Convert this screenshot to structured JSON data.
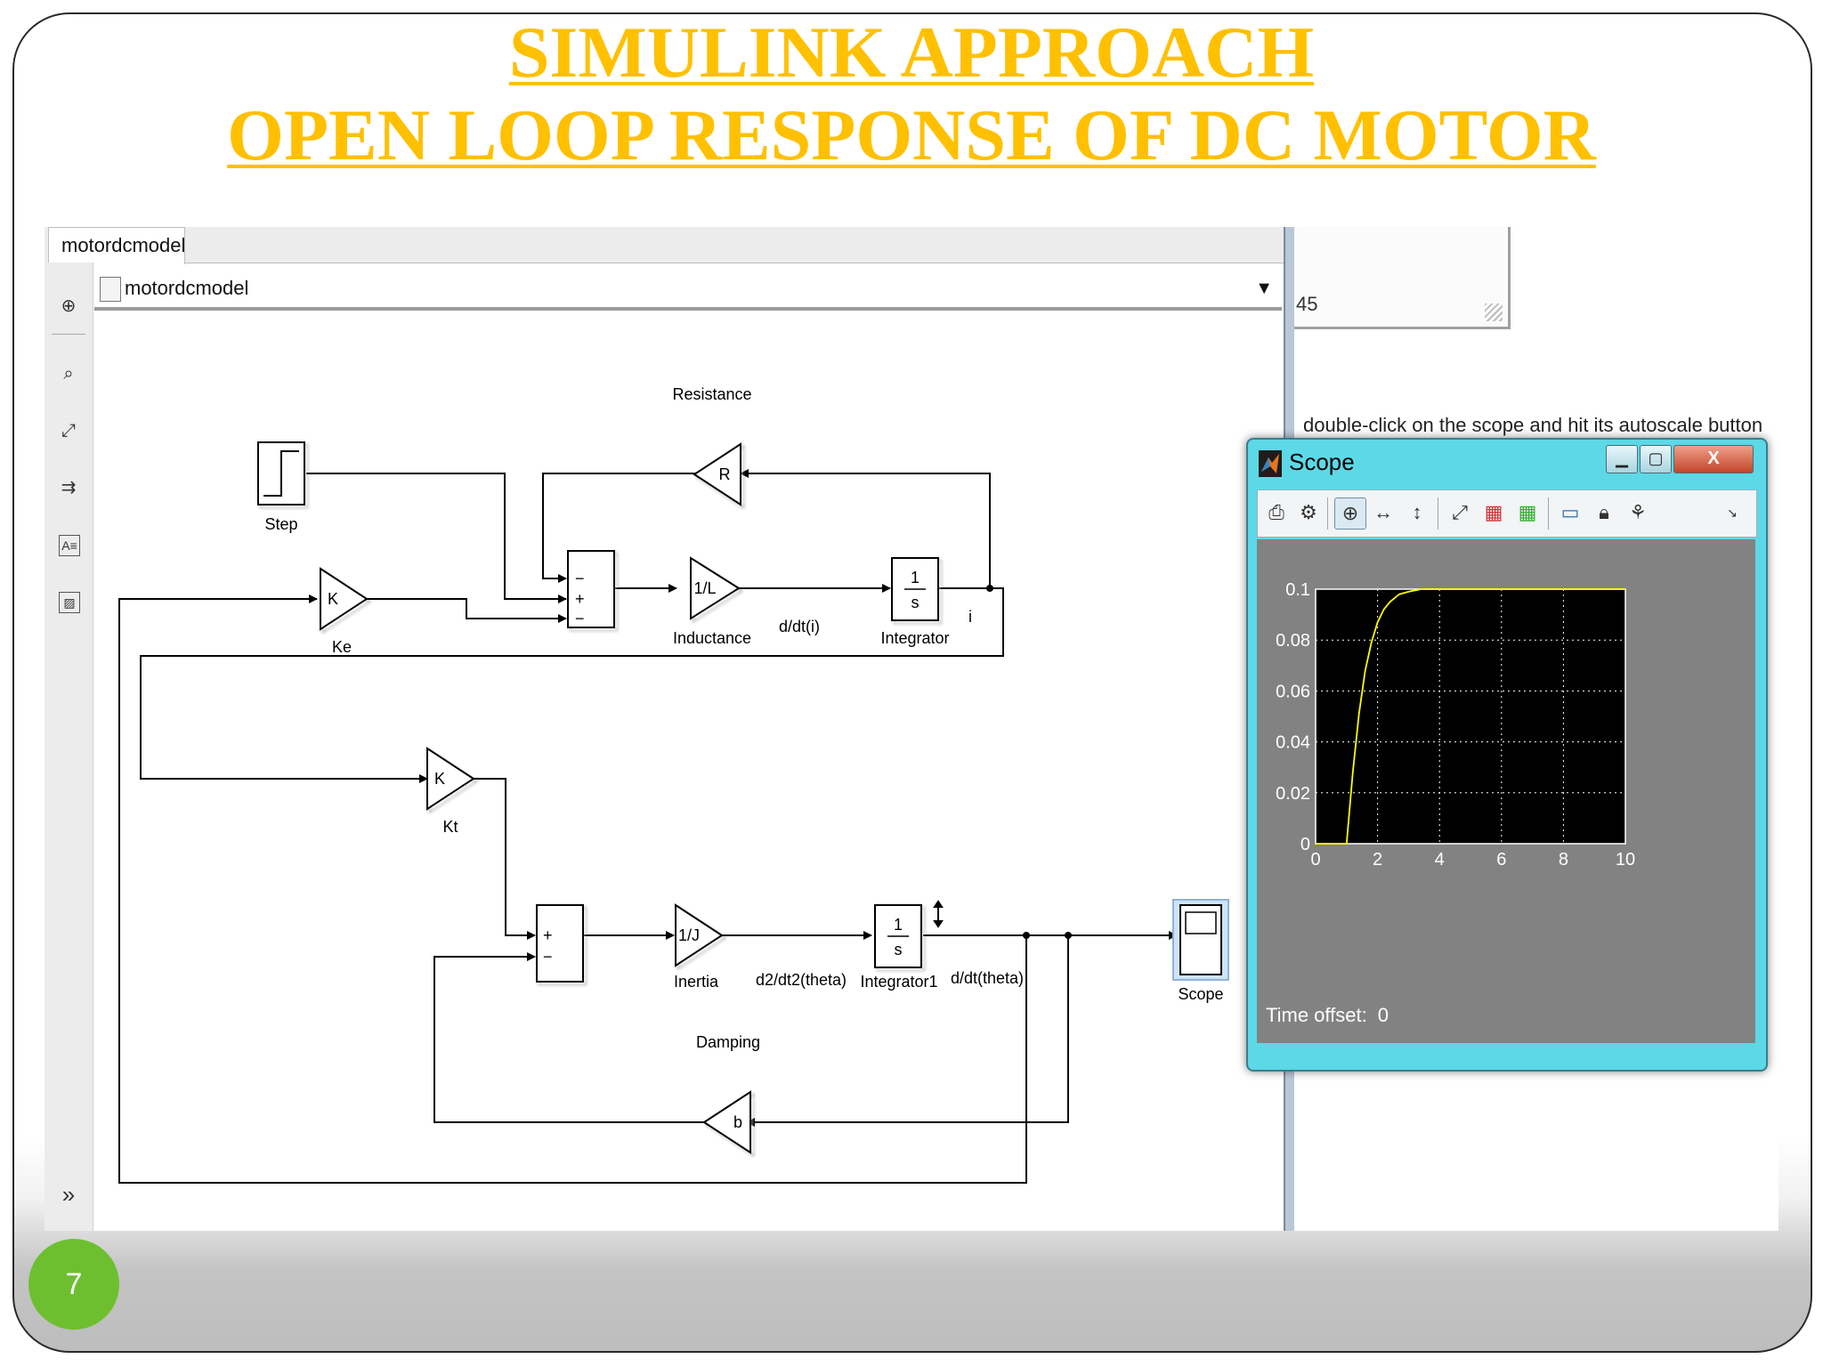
{
  "slide": {
    "title_line1": "SIMULINK APPROACH",
    "title_line2": "OPEN LOOP RESPONSE OF DC MOTOR",
    "page_number": "7",
    "colors": {
      "title": "#ffc000",
      "page_badge": "#6dbf2f"
    }
  },
  "editor": {
    "tab_label": "motordcmodel",
    "address": "motordcmodel",
    "toolbar_icons": [
      "back-icon",
      "zoom-icon",
      "fit-icon",
      "route-icon",
      "annotation-icon",
      "image-icon",
      "expand-icon"
    ]
  },
  "model": {
    "blocks": {
      "step": "Step",
      "resistance_label": "Resistance",
      "resistance_gain": "R",
      "ke_gain": "K",
      "ke_label": "Ke",
      "inductance_gain": "1/L",
      "inductance_label": "Inductance",
      "integrator_num": "1",
      "integrator_den": "s",
      "integrator_label": "Integrator",
      "kt_gain": "K",
      "kt_label": "Kt",
      "inertia_gain": "1/J",
      "inertia_label": "Inertia",
      "integrator1_num": "1",
      "integrator1_den": "s",
      "integrator1_label": "Integrator1",
      "damping_label": "Damping",
      "damping_gain": "b",
      "scope_label": "Scope"
    },
    "signals": {
      "didt": "d/dt(i)",
      "i": "i",
      "d2theta": "d2/dt2(theta)",
      "dtheta": "d/dt(theta)"
    },
    "sum1_signs": [
      "−",
      "+",
      "−"
    ],
    "sum2_signs": [
      "+",
      "−"
    ]
  },
  "right_pane": {
    "number_fragment": "45",
    "note": "double-click on the scope and hit its autoscale button"
  },
  "scope": {
    "title": "Scope",
    "time_offset_label": "Time offset:",
    "time_offset_value": "0",
    "toolbar_icons": [
      "print-icon",
      "params-icon",
      "zoom-in-icon",
      "zoom-x-icon",
      "zoom-y-icon",
      "autoscale-icon",
      "save-axes-icon",
      "restore-axes-icon",
      "floating-scope-icon",
      "lock-icon",
      "signal-select-icon"
    ]
  },
  "chart_data": {
    "type": "line",
    "xlim": [
      0,
      10
    ],
    "ylim": [
      0,
      0.1
    ],
    "x_ticks": [
      "0",
      "2",
      "4",
      "6",
      "8",
      "10"
    ],
    "y_ticks": [
      "0",
      "0.02",
      "0.04",
      "0.06",
      "0.08",
      "0.1"
    ],
    "grid": true,
    "line_color": "#ffff00",
    "series": [
      {
        "x": [
          0,
          1,
          1.2,
          1.4,
          1.6,
          1.8,
          2.0,
          2.2,
          2.4,
          2.7,
          3.0,
          3.4,
          4,
          6,
          8,
          10
        ],
        "values": [
          0,
          0,
          0.028,
          0.051,
          0.068,
          0.079,
          0.087,
          0.092,
          0.095,
          0.098,
          0.099,
          0.1,
          0.1,
          0.1,
          0.1,
          0.1
        ]
      }
    ]
  }
}
